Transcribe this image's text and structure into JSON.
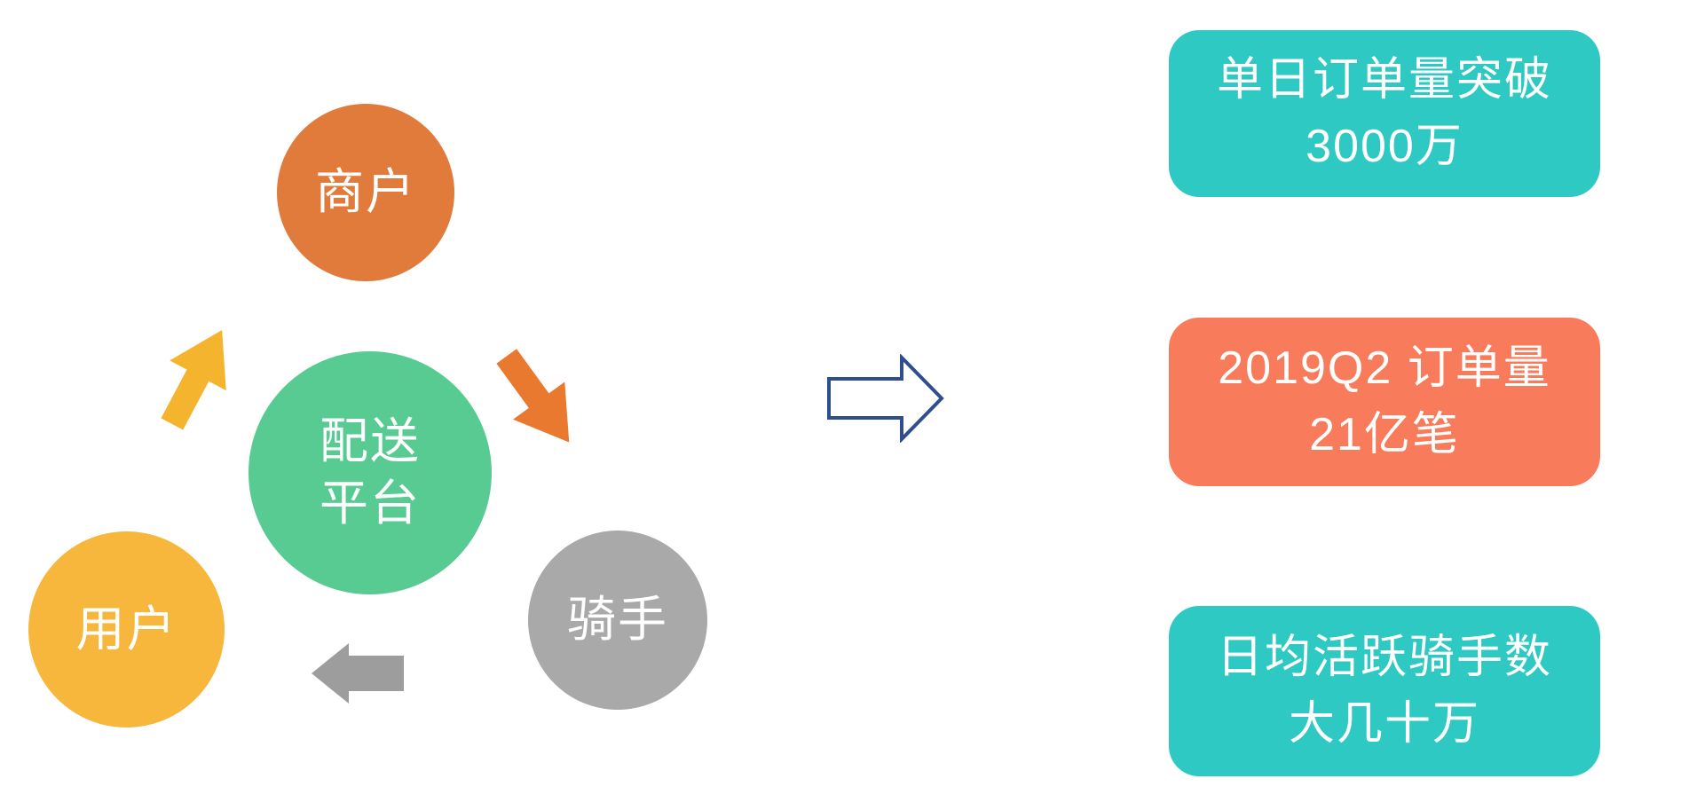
{
  "colors": {
    "background": "#ffffff",
    "text-white": "#ffffff",
    "teal": "#2ec9c2",
    "coral": "#f87b5b",
    "orange": "#e07b3b",
    "orange-arrow": "#e8792f",
    "yellow": "#f6b73c",
    "yellow-arrow": "#f5b42e",
    "green": "#57cb92",
    "gray": "#a9a9a9",
    "gray-arrow": "#9d9d9d",
    "navy": "#2e4e8e"
  },
  "diagram": {
    "center_node": {
      "label_line1": "配送",
      "label_line2": "平台"
    },
    "nodes": [
      {
        "id": "merchant",
        "label": "商户"
      },
      {
        "id": "user",
        "label": "用户"
      },
      {
        "id": "rider",
        "label": "骑手"
      }
    ],
    "arrows": [
      {
        "id": "arrow-up-right",
        "direction": "up-right",
        "color": "yellow"
      },
      {
        "id": "arrow-down-right",
        "direction": "down-right",
        "color": "orange"
      },
      {
        "id": "arrow-left",
        "direction": "left",
        "color": "gray"
      }
    ],
    "transition_arrow": {
      "direction": "right",
      "style": "outline"
    }
  },
  "stats": {
    "cards": [
      {
        "line1": "单日订单量突破",
        "line2": "3000万",
        "color": "teal"
      },
      {
        "line1": "2019Q2 订单量",
        "line2": "21亿笔",
        "color": "coral"
      },
      {
        "line1": "日均活跃骑手数",
        "line2": "大几十万",
        "color": "teal"
      }
    ]
  }
}
